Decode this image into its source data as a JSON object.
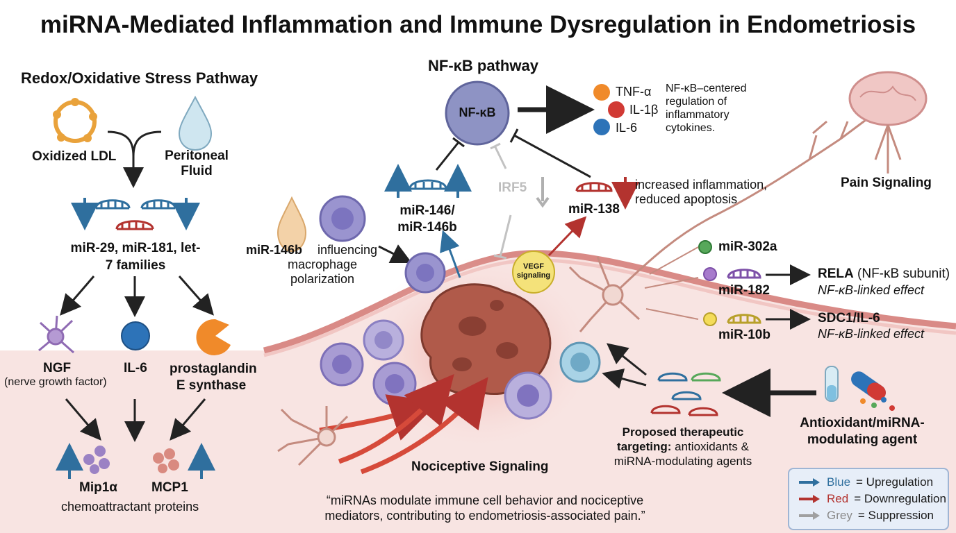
{
  "title": "miRNA-Mediated Inflammation and Immune Dysregulation in Endometriosis",
  "redox": {
    "heading": "Redox/Oxidative Stress Pathway",
    "oxidized_ldl": "Oxidized LDL",
    "peritoneal_fluid": "Peritoneal Fluid",
    "mirna_families": "miR-29, miR-181, let-7 families",
    "ngf": "NGF",
    "ngf_full": "(nerve growth factor)",
    "il6": "IL-6",
    "pge_synthase": "prostaglandin E synthase",
    "mip1a": "Mip1α",
    "mcp1": "MCP1",
    "chemo": "chemoattractant proteins"
  },
  "nfkb": {
    "heading": "NF-κB pathway",
    "node": "NF-κB",
    "tnfa": "TNF-α",
    "il1b": "IL-1β",
    "il6": "IL-6",
    "note": "NF-κB–centered regulation of inflammatory cytokines.",
    "mir146": "miR-146/ miR-146b",
    "irf5": "IRF5",
    "mir138": "miR-138",
    "mir138_effect": "increased inflammation, reduced apoptosis",
    "vegf": "VEGF signaling"
  },
  "macrophage": {
    "mir146b": "miR-146b",
    "text": "influencing macrophage polarization"
  },
  "pain": {
    "heading": "Pain Signaling",
    "mir302a": "miR-302a",
    "mir182": "miR-182",
    "rela": "RELA",
    "rela_sub": "(NF-κB subunit)",
    "rela_effect": "NF-κB-linked effect",
    "mir10b": "miR-10b",
    "sdc1": "SDC1/IL-6",
    "sdc1_effect": "NF-κB-linked effect"
  },
  "bottom": {
    "nociceptive": "Nociceptive Signaling",
    "therapeutic_bold": "Proposed therapeutic targeting:",
    "therapeutic_rest": "antioxidants & miRNA-modulating agents",
    "agent": "Antioxidant/miRNA-modulating agent",
    "quote": "“miRNAs modulate immune cell behavior and nociceptive mediators, contributing to endometriosis-associated pain.”"
  },
  "legend": {
    "blue": "Blue",
    "blue_desc": "= Upregulation",
    "red": "Red",
    "red_desc": "= Downregulation",
    "grey": "Grey",
    "grey_desc": "= Suppression"
  },
  "colors": {
    "up": "#2f6f9e",
    "down": "#b3332f",
    "suppress": "#a0a0a0",
    "tissue": "#f6e3e1",
    "nfkb_node": "#8e93c4",
    "vegf": "#f4e27a"
  }
}
